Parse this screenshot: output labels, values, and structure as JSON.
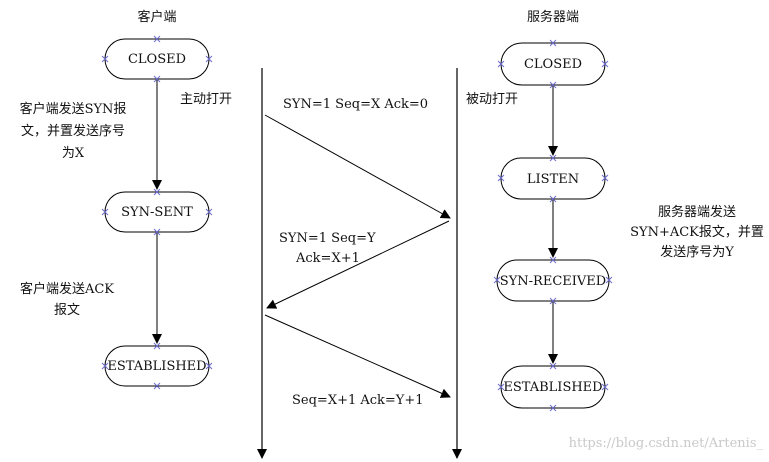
{
  "client": {
    "title": "客户端",
    "states": [
      "CLOSED",
      "SYN-SENT",
      "ESTABLISHED"
    ],
    "note_syn": [
      "客户端发送SYN报",
      "文，并置发送序号",
      "为X"
    ],
    "note_ack": [
      "客户端发送ACK",
      "报文"
    ],
    "active_open": "主动打开"
  },
  "server": {
    "title": "服务器端",
    "states": [
      "CLOSED",
      "LISTEN",
      "SYN-RECEIVED",
      "ESTABLISHED"
    ],
    "passive_open": "被动打开",
    "note_synack": [
      "服务器端发送",
      "SYN+ACK报文，并置",
      "发送序号为Y"
    ]
  },
  "messages": {
    "syn": "SYN=1 Seq=X Ack=0",
    "synack": [
      "SYN=1 Seq=Y",
      "Ack=X+1"
    ],
    "ack": "Seq=X+1 Ack=Y+1"
  },
  "watermark": "https://blog.csdn.net/Artenis_"
}
